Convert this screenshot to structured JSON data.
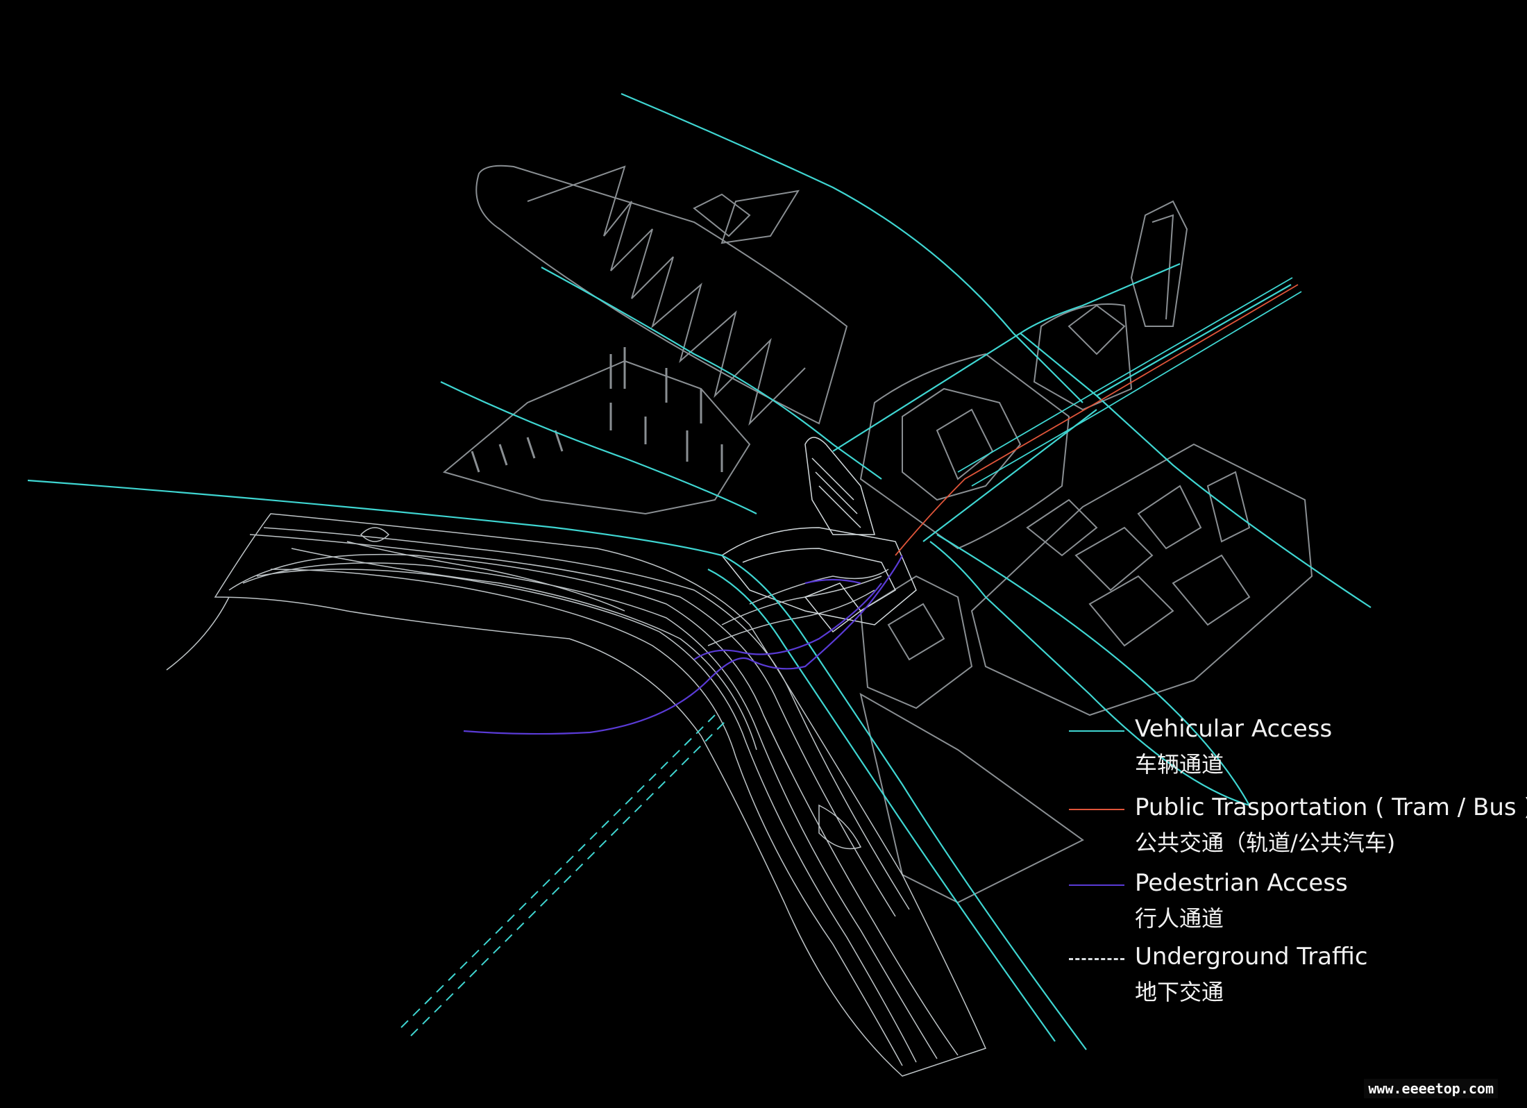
{
  "colors": {
    "vehicular": "#3fd6d2",
    "public_transport": "#e0553a",
    "pedestrian": "#5a3bd6",
    "underground": "#d8dde0",
    "buildings": "#8a8f93",
    "terrain": "#d3dadd",
    "background": "#000000"
  },
  "legend": {
    "items": [
      {
        "en": "Vehicular Access",
        "zh": "车辆通道",
        "color": "#3fd6d2",
        "style": "solid"
      },
      {
        "en": "Public Trasportation ( Tram / Bus )",
        "zh": "公共交通（轨道/公共汽车)",
        "color": "#e0553a",
        "style": "solid"
      },
      {
        "en": "Pedestrian Access",
        "zh": "行人通道",
        "color": "#5a3bd6",
        "style": "solid"
      },
      {
        "en": "Underground Traffic",
        "zh": "地下交通",
        "color": "#d8dde0",
        "style": "dashed"
      }
    ]
  },
  "watermark": "www.eeeetop.com"
}
